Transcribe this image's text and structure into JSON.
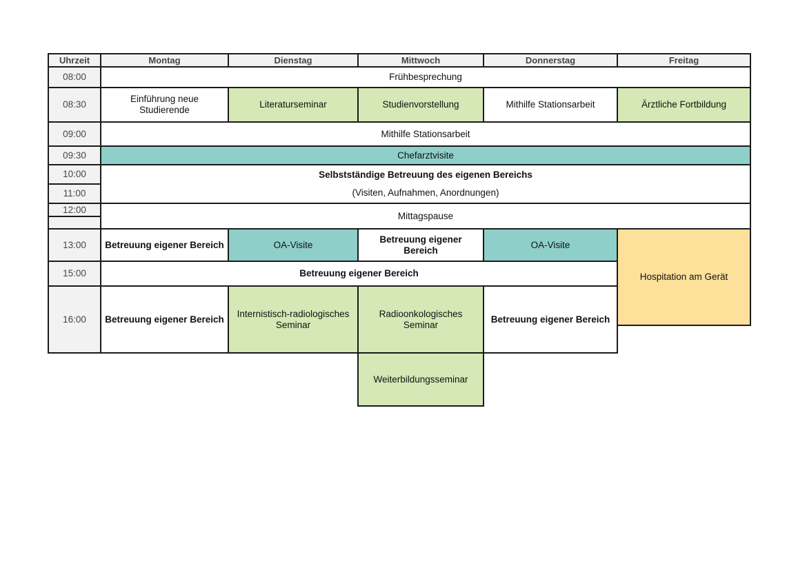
{
  "header": {
    "time": "Uhrzeit",
    "days": [
      "Montag",
      "Dienstag",
      "Mittwoch",
      "Donnerstag",
      "Freitag"
    ]
  },
  "times": [
    "08:00",
    "08:30",
    "09:00",
    "09:30",
    "10:00",
    "11:00",
    "12:00",
    "",
    "13:00",
    "15:00",
    "16:00"
  ],
  "events": {
    "fruehbesprechung": "Frühbesprechung",
    "einfuehrung": "Einführung neue Studierende",
    "literaturseminar": "Literaturseminar",
    "studienvorstellung": "Studienvorstellung",
    "mithilfe_do": "Mithilfe Stationsarbeit",
    "fortbildung": "Ärztliche Fortbildung",
    "mithilfe_all": "Mithilfe Stationsarbeit",
    "chefarztvisite": "Chefarztvisite",
    "selbststaendig": "Selbstständige Betreuung des eigenen Bereichs",
    "visiten": "(Visiten, Aufnahmen, Anordnungen)",
    "mittagspause": "Mittagspause",
    "betreuung_mo_13": "Betreuung eigener Bereich",
    "oa_visite_di": "OA-Visite",
    "betreuung_mi_13": "Betreuung eigener Bereich",
    "oa_visite_do": "OA-Visite",
    "hospitation": "Hospitation am Gerät",
    "betreuung_15": "Betreuung eigener Bereich",
    "betreuung_mo_16": "Betreuung eigener Bereich",
    "internistisch": "Internistisch-radiologisches Seminar",
    "radioonkologisch": "Radioonkologisches Seminar",
    "betreuung_do_16": "Betreuung eigener Bereich",
    "weiterbildung": "Weiterbildungsseminar"
  },
  "colors": {
    "green": "#d5e8b5",
    "teal": "#8ecfc9",
    "yellow": "#fde09a",
    "header_bg": "#f2f2f2"
  }
}
